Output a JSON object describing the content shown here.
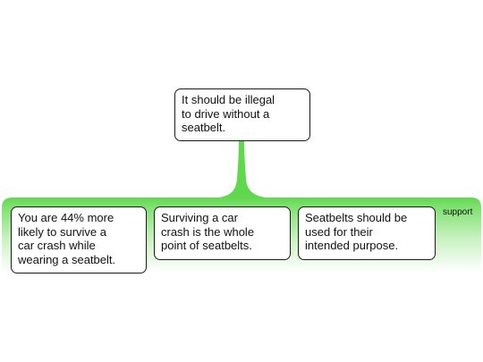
{
  "claim": {
    "text": "It should be illegal\nto drive without a\nseatbelt."
  },
  "support_group": {
    "label": "support",
    "color": "#5fd84e"
  },
  "premises": [
    {
      "text": "You are 44% more\nlikely to survive a\ncar crash while\nwearing a seatbelt."
    },
    {
      "text": "Surviving a car\ncrash is the whole\npoint of seatbelts."
    },
    {
      "text": "Seatbelts should be\nused for their\nintended purpose."
    }
  ]
}
